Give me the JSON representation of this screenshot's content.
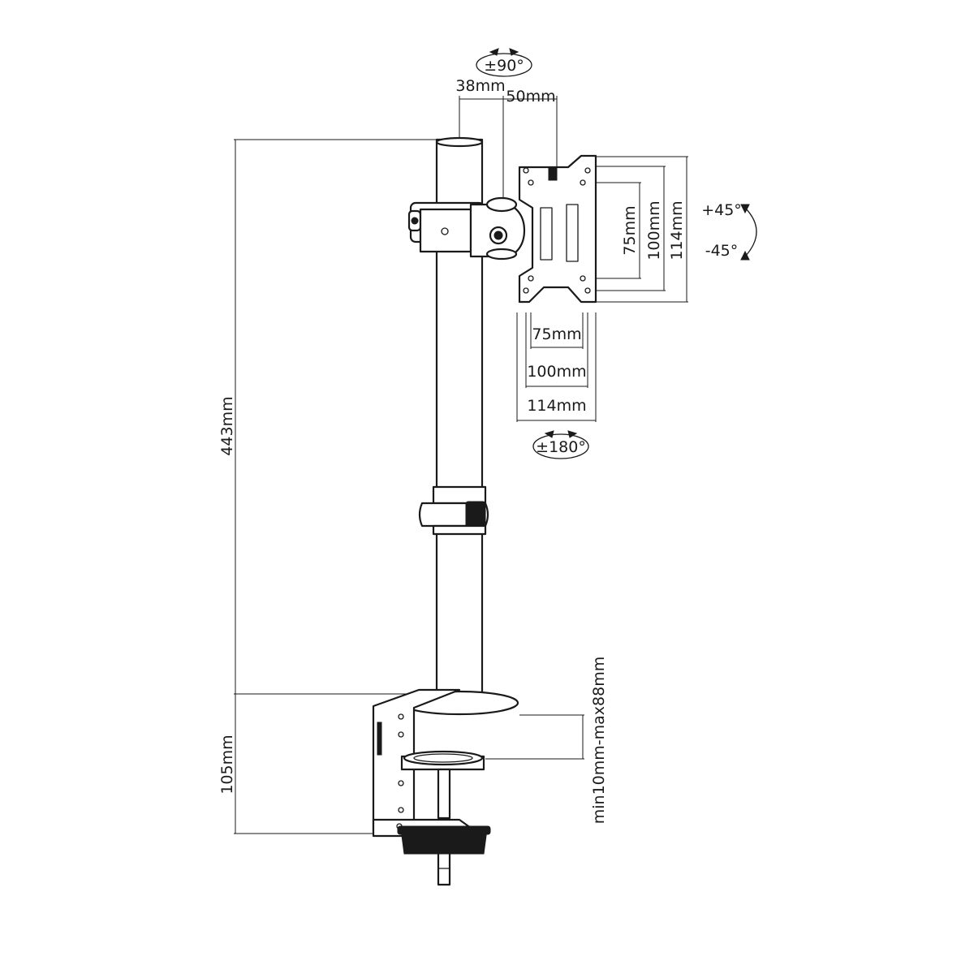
{
  "dimensions": {
    "total_height": "443mm",
    "clamp_height": "105mm",
    "desk_thickness": "min10mm-max88mm",
    "arm_offset_a": "38mm",
    "arm_offset_b": "50mm",
    "vesa_v_75": "75mm",
    "vesa_v_100": "100mm",
    "vesa_v_114": "114mm",
    "vesa_h_75": "75mm",
    "vesa_h_100": "100mm",
    "vesa_h_114": "114mm"
  },
  "rotations": {
    "swivel": "±90°",
    "rotate": "±180°",
    "tilt_up": "+45°",
    "tilt_down": "-45°"
  },
  "icons": [
    "rotation-arrow-icon",
    "tilt-arrow-icon"
  ]
}
